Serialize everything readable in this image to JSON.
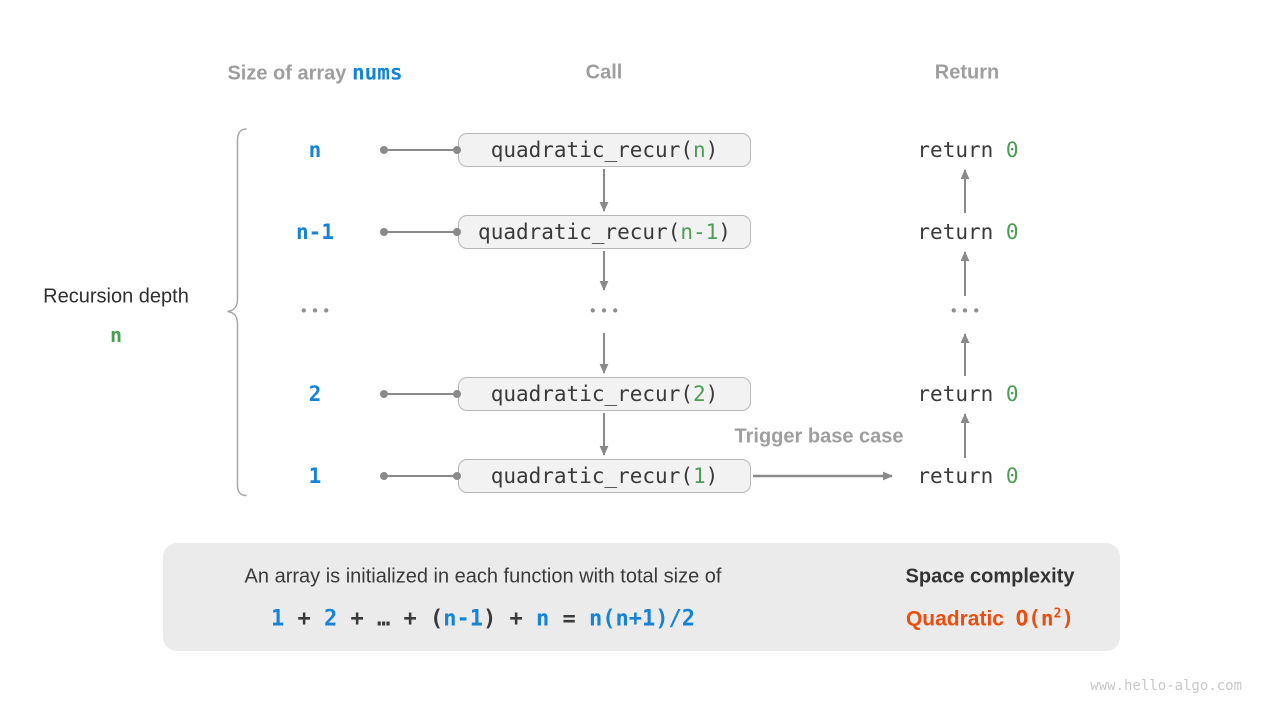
{
  "colors": {
    "blue": "#1583d6",
    "green": "#4a9e53",
    "orange": "#e94e0f",
    "label_gray": "#9e9e9e",
    "dark_text": "#3a3a3a",
    "arrow_gray": "#8a8a8a",
    "box_bg": "#f2f2f2",
    "box_border": "#b8b8b8",
    "summary_bg": "#ebebeb",
    "block_arrow": "#c2c2c2",
    "watermark": "#c8c8c8"
  },
  "header": {
    "size_of_array": "Size of array ",
    "array_name": "nums",
    "call": "Call",
    "return": "Return"
  },
  "brace_label": {
    "line1": "Recursion depth",
    "value": "n"
  },
  "ellipsis": "•••",
  "rows": [
    {
      "size": "n",
      "call": {
        "fn": "quadratic_recur(",
        "arg": "n",
        "close": ")"
      },
      "ret": {
        "keyword": "return ",
        "value": "0"
      }
    },
    {
      "size": "n-1",
      "call": {
        "fn": "quadratic_recur(",
        "arg": "n-1",
        "close": ")"
      },
      "ret": {
        "keyword": "return ",
        "value": "0"
      }
    },
    {
      "size": "2",
      "call": {
        "fn": "quadratic_recur(",
        "arg": "2",
        "close": ")"
      },
      "ret": {
        "keyword": "return ",
        "value": "0"
      }
    },
    {
      "size": "1",
      "call": {
        "fn": "quadratic_recur(",
        "arg": "1",
        "close": ")"
      },
      "ret": {
        "keyword": "return ",
        "value": "0"
      }
    }
  ],
  "trigger_label": "Trigger base case",
  "summary": {
    "line1": "An array is initialized in each function with total size of",
    "formula": [
      {
        "t": "1"
      },
      {
        "t": " + "
      },
      {
        "t": "2"
      },
      {
        "t": " + "
      },
      {
        "t": "…"
      },
      {
        "t": " + "
      },
      {
        "t": "("
      },
      {
        "t": "n-1"
      },
      {
        "t": ")"
      },
      {
        "t": " + "
      },
      {
        "t": "n"
      },
      {
        "t": " = "
      },
      {
        "t": "n(n+1)/2"
      }
    ],
    "result_title": "Space complexity",
    "result_name": "Quadratic",
    "result_o_prefix": "O(n",
    "result_exponent": "2",
    "result_close": ")"
  },
  "watermark": "www.hello-algo.com"
}
